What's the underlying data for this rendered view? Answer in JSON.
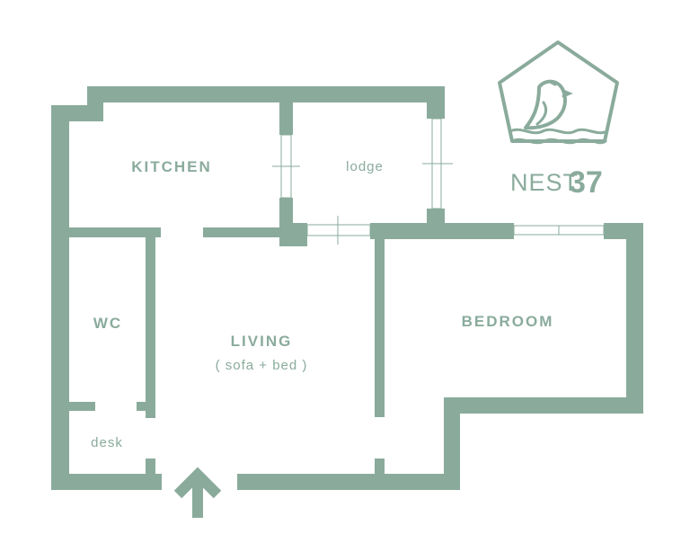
{
  "rooms": {
    "kitchen": "KITCHEN",
    "lodge": "lodge",
    "wc": "WC",
    "living": "LIVING",
    "living_sub": "( sofa + bed )",
    "bedroom": "BEDROOM",
    "desk": "desk"
  },
  "logo": {
    "name": "NEST",
    "number": "37",
    "icon": "bird-house-icon"
  },
  "entrance": {
    "icon": "arrow-up-icon"
  },
  "colors": {
    "wall": "#8aab9c",
    "background": "#ffffff"
  }
}
